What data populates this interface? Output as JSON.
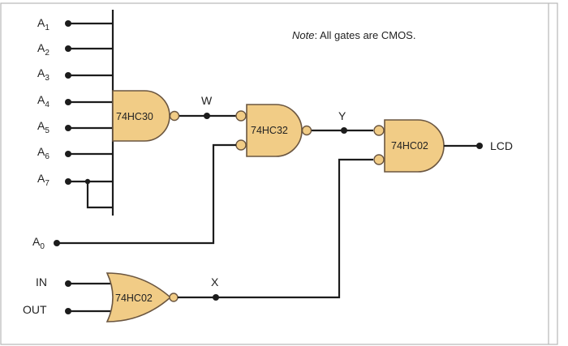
{
  "note": {
    "prefix": "Note",
    "text": ": All gates are CMOS."
  },
  "inputs": {
    "a1": {
      "base": "A",
      "sub": "1"
    },
    "a2": {
      "base": "A",
      "sub": "2"
    },
    "a3": {
      "base": "A",
      "sub": "3"
    },
    "a4": {
      "base": "A",
      "sub": "4"
    },
    "a5": {
      "base": "A",
      "sub": "5"
    },
    "a6": {
      "base": "A",
      "sub": "6"
    },
    "a7": {
      "base": "A",
      "sub": "7"
    },
    "a0": {
      "base": "A",
      "sub": "0"
    },
    "in": "IN",
    "out": "OUT"
  },
  "gates": {
    "nand8": "74HC30",
    "or2": "74HC32",
    "nor_final": "74HC02",
    "nor_input": "74HC02"
  },
  "signals": {
    "w": "W",
    "y": "Y",
    "x": "X",
    "output": "LCD"
  },
  "colors": {
    "gate_fill": "#f1cc86",
    "gate_stroke": "#6b5640",
    "wire": "#1c1c1c"
  }
}
